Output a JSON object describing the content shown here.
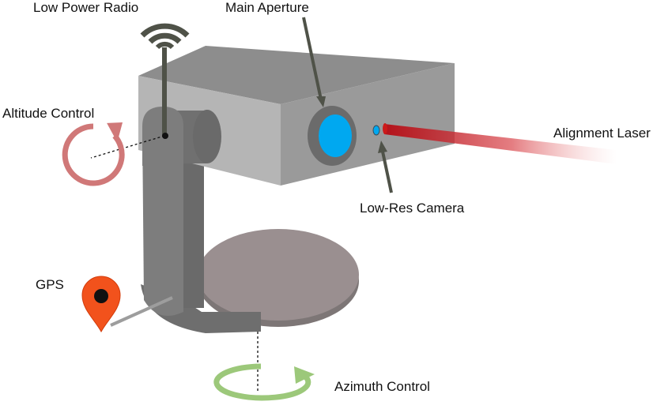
{
  "labels": {
    "radio": "Low Power Radio",
    "aperture": "Main Aperture",
    "altitude": "Altitude Control",
    "laser": "Alignment Laser",
    "camera": "Low-Res Camera",
    "gps": "GPS",
    "azimuth": "Azimuth Control"
  },
  "colors": {
    "box_top": "#8d8d8d",
    "box_front": "#9a9a9a",
    "box_side": "#b5b5b5",
    "arm": "#7d7d7d",
    "arm_dark": "#6a6a6a",
    "base_top": "#9a8f90",
    "base_edge": "#7d7676",
    "lens": "#00a8f0",
    "lens_ring": "#6b6b6b",
    "laser": "#cc1a1a",
    "altitude_arrow": "#d07878",
    "azimuth_arrow": "#9cc87a",
    "gps_pin": "#f2521c",
    "leader": "#4f5248"
  }
}
